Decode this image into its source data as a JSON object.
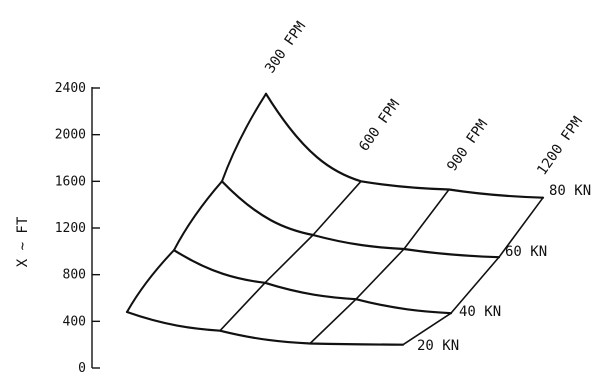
{
  "chart_data": {
    "type": "carpet",
    "ylabel": "X ~ FT",
    "yticks": [
      0,
      400,
      800,
      1200,
      1600,
      2000,
      2400
    ],
    "ylim": [
      0,
      2400
    ],
    "grid": false,
    "series_speed": {
      "units": "KN",
      "values": [
        20,
        40,
        60,
        80
      ],
      "labels": [
        "20 KN",
        "40 KN",
        "60 KN",
        "80 KN"
      ]
    },
    "series_rate": {
      "units": "FPM",
      "values": [
        300,
        600,
        900,
        1200
      ],
      "labels": [
        "300 FPM",
        "600 FPM",
        "900 FPM",
        "1200 FPM"
      ]
    },
    "grid_y": [
      [
        2350,
        1600,
        1010,
        480
      ],
      [
        1600,
        1140,
        730,
        320
      ],
      [
        1530,
        1020,
        590,
        210
      ],
      [
        1460,
        950,
        470,
        200
      ]
    ]
  }
}
